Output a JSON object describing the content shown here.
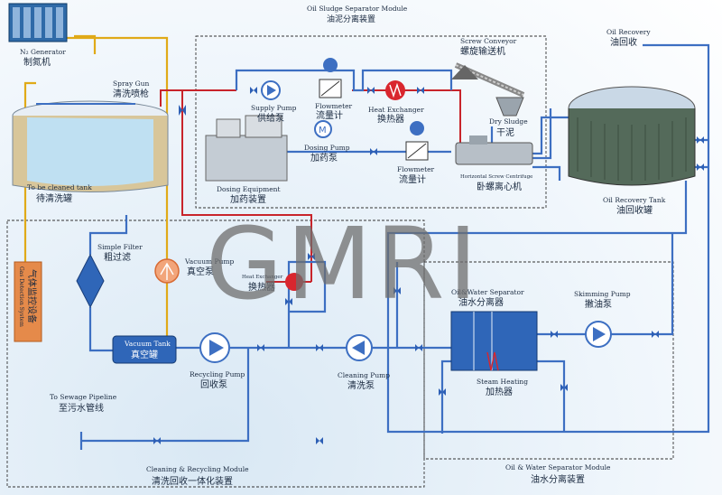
{
  "title": {
    "en": "Oil Sludge Separator Module",
    "zh": "油泥分离装置"
  },
  "watermark": "GMRI",
  "modules": {
    "cleaning": {
      "en": "Cleaning & Recycling Module",
      "zh": "清洗回收一体化装置"
    },
    "oilwater": {
      "en": "Oil & Water Separator Module",
      "zh": "油水分离装置"
    }
  },
  "components": {
    "n2": {
      "en": "N₂ Generator",
      "zh": "制氮机"
    },
    "spray": {
      "en": "Spray Gun",
      "zh": "清洗喷枪"
    },
    "tank_clean": {
      "en": "To be cleaned tank",
      "zh": "待清洗罐"
    },
    "supply_pump": {
      "en": "Supply Pump",
      "zh": "供给泵"
    },
    "flowmeter1": {
      "en": "Flowmeter",
      "zh": "流量计"
    },
    "heat_ex1": {
      "en": "Heat Exchanger",
      "zh": "换热器"
    },
    "screw_conv": {
      "en": "Screw Conveyor",
      "zh": "螺旋输送机"
    },
    "dry_sludge": {
      "en": "Dry Sludge",
      "zh": "干泥"
    },
    "dosing_pump": {
      "en": "Dosing Pump",
      "zh": "加药泵"
    },
    "flowmeter2": {
      "en": "Flowmeter",
      "zh": "流量计"
    },
    "dosing_eq": {
      "en": "Dosing Equipment",
      "zh": "加药装置"
    },
    "centrifuge": {
      "en": "Horizontal Screw Centrifuge",
      "zh": "卧螺离心机"
    },
    "oil_recovery": {
      "en": "Oil Recovery",
      "zh": "油回收"
    },
    "oil_tank": {
      "en": "Oil Recovery Tank",
      "zh": "油回收罐"
    },
    "simple_filter": {
      "en": "Simple Filter",
      "zh": "粗过滤"
    },
    "vacuum_pump": {
      "en": "Vacuum Pump",
      "zh": "真空泵"
    },
    "heat_ex2": {
      "en": "Heat Exchanger",
      "zh": "换热器"
    },
    "gas_det": {
      "en": "Gas Detection System",
      "zh": "气体监控设备"
    },
    "vacuum_tank": {
      "en": "Vacuum Tank",
      "zh": "真空罐"
    },
    "recycling_pump": {
      "en": "Recycling Pump",
      "zh": "回收泵"
    },
    "cleaning_pump": {
      "en": "Cleaning Pump",
      "zh": "清洗泵"
    },
    "ow_sep": {
      "en": "Oil&Water Separator",
      "zh": "油水分离器"
    },
    "skimming_pump": {
      "en": "Skimming Pump",
      "zh": "撇油泵"
    },
    "steam_heat": {
      "en": "Steam Heating",
      "zh": "加热器"
    },
    "sewage": {
      "en": "To Sewage Pipeline",
      "zh": "至污水管线"
    }
  },
  "colors": {
    "water_pipe": "#3d6fc2",
    "hot_pipe": "#c8242b",
    "gas_pipe": "#e0aa18"
  }
}
